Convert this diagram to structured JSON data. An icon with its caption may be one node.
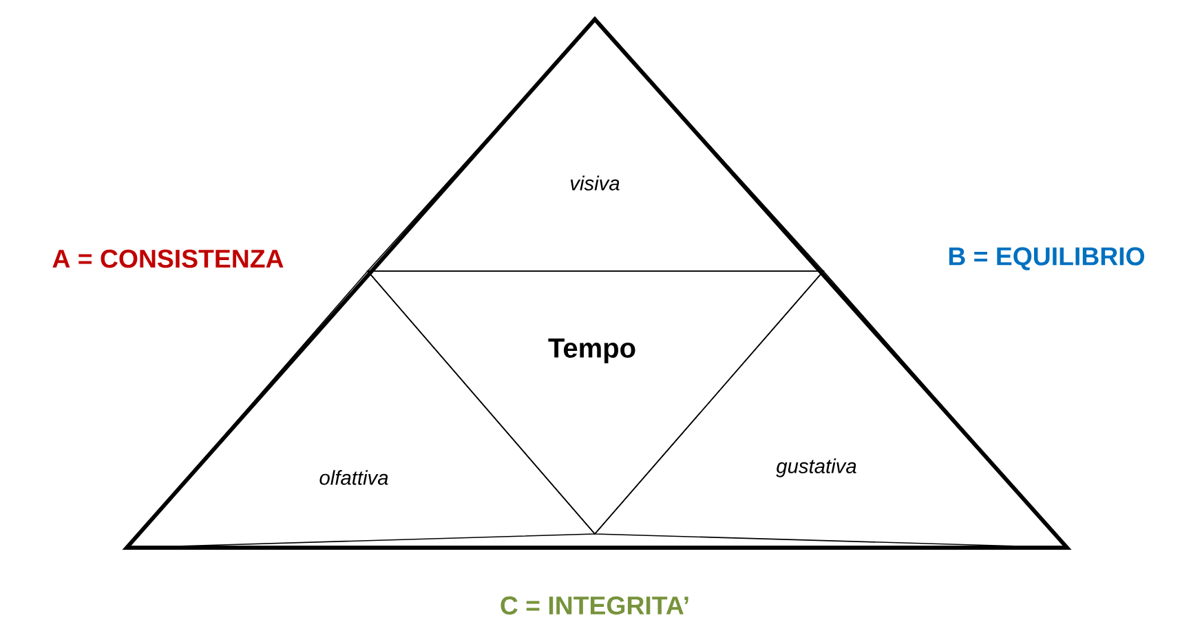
{
  "diagram": {
    "nodes": [
      {
        "text": [
          "visiva"
        ]
      },
      {
        "text": [
          "Tempo"
        ]
      },
      {
        "text": [
          "olfattiva"
        ]
      },
      {
        "text": [
          "gustativa"
        ]
      }
    ],
    "labels": [
      "A = CONSISTENZA",
      "B = EQUILIBRIO",
      "C = INTEGRITA’"
    ]
  }
}
